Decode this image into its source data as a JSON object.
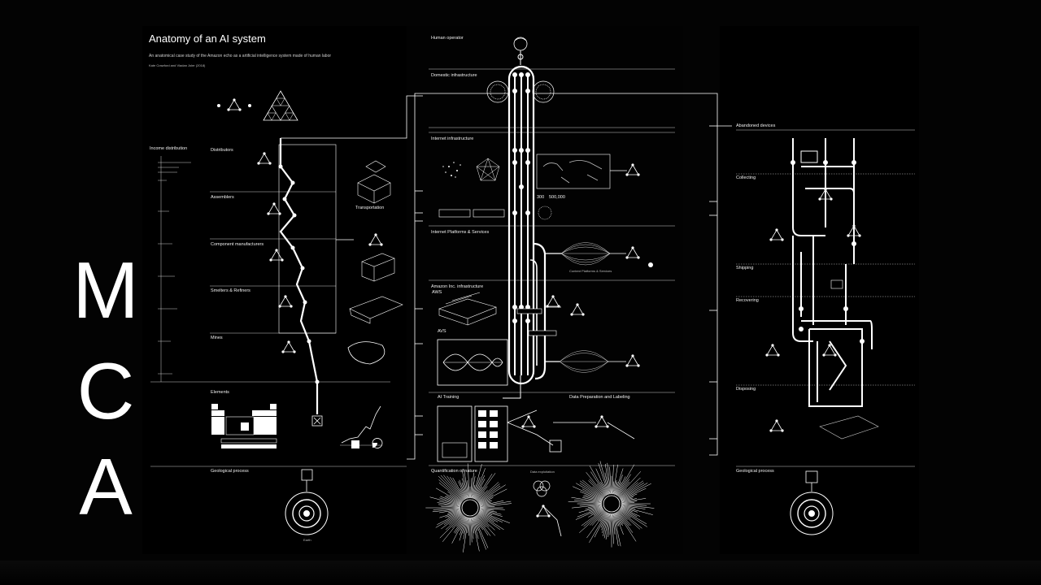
{
  "brand": {
    "letters": [
      "M",
      "C",
      "A"
    ]
  },
  "poster": {
    "title": "Anatomy of an AI system",
    "subtitle": "An anatomical case study of the Amazon echo as a artificial intelligence system made of human labor",
    "authors": "Kate Crawford and Vladan Joler (2018)"
  },
  "left": {
    "income_distribution": "Income distribution",
    "distributors": "Distributors",
    "assemblers": "Assemblers",
    "component_manufacturers": "Component manufacturers",
    "smelters": "Smelters & Refiners",
    "mines": "Mines",
    "transportation": "Transportation",
    "elements": "Elements",
    "geological": "Geological process",
    "earth": "Earth"
  },
  "center": {
    "human_operator": "Human operator",
    "domestic": "Domestic infrastructure",
    "internet": "Internet infrastructure",
    "platforms": "Internet Platforms & Services",
    "amazon": "Amazon Inc. infrastructure",
    "aws": "AWS",
    "avs": "AVS",
    "ai_training": "AI Training",
    "data_prep": "Data Preparation and Labeling",
    "quantification": "Quantification of nature",
    "data_exploitation": "Data exploitation",
    "content": "Content Platforms & Services",
    "stat1": "300",
    "stat2": "500,000"
  },
  "right": {
    "abandoned": "Abandoned devices",
    "collecting": "Collecting",
    "shipping": "Shipping",
    "recovering": "Recovering",
    "disposing": "Disposing",
    "geological": "Geological process"
  },
  "colors": {
    "background": "#000000",
    "ink": "#ffffff",
    "dim": "#bdbdbd"
  }
}
